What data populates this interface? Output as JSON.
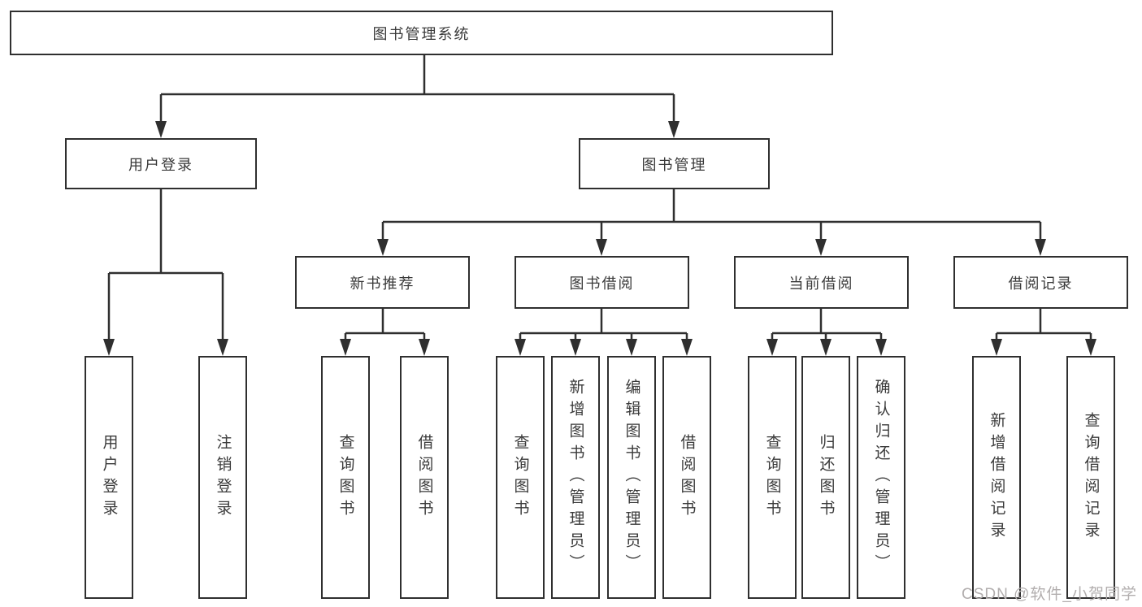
{
  "diagram_title": "图书管理系统",
  "tree": {
    "root": {
      "label": "图书管理系统"
    },
    "branches": [
      {
        "label": "用户登录",
        "children": [
          {
            "label": "用户登录"
          },
          {
            "label": "注销登录"
          }
        ]
      },
      {
        "label": "图书管理",
        "sections": [
          {
            "label": "新书推荐",
            "children": [
              {
                "label": "查询图书"
              },
              {
                "label": "借阅图书"
              }
            ]
          },
          {
            "label": "图书借阅",
            "children": [
              {
                "label": "查询图书"
              },
              {
                "label": "新增图书（管理员）"
              },
              {
                "label": "编辑图书（管理员）"
              },
              {
                "label": "借阅图书"
              }
            ]
          },
          {
            "label": "当前借阅",
            "children": [
              {
                "label": "查询图书"
              },
              {
                "label": "归还图书"
              },
              {
                "label": "确认归还（管理员）"
              }
            ]
          },
          {
            "label": "借阅记录",
            "children": [
              {
                "label": "新增借阅记录"
              },
              {
                "label": "查询借阅记录"
              }
            ]
          }
        ]
      }
    ]
  },
  "watermark": "CSDN @软件_小贺同学",
  "colors": {
    "line": "#2f2f2f",
    "text": "#3a3a3a",
    "watermark": "#b2aeae",
    "background": "#ffffff"
  }
}
